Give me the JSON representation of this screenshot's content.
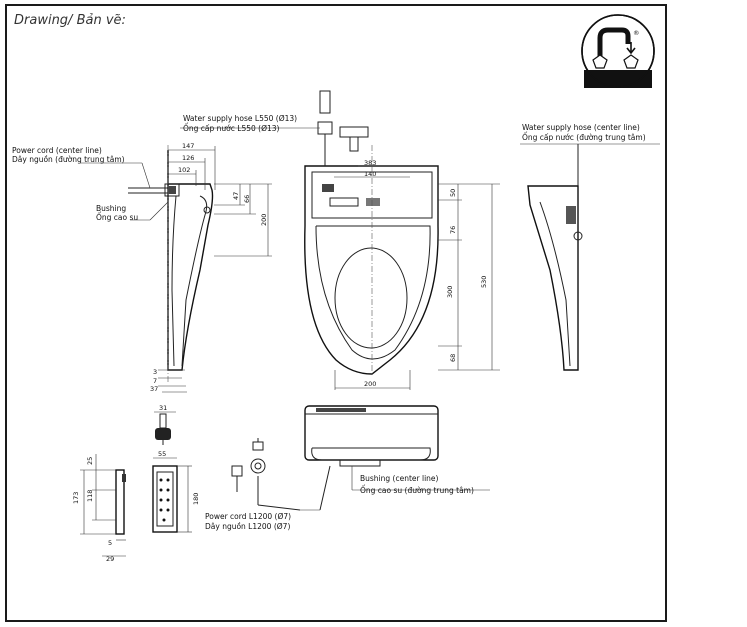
{
  "header": {
    "title": "Drawing/ Bản vẽ:"
  },
  "logo": {
    "icon": "water-inlet-icon",
    "mark": "®"
  },
  "labels": {
    "power_cord_center_en": "Power cord (center line)",
    "power_cord_center_vi": "Dây nguồn (đường trung tâm)",
    "bushing_en": "Bushing",
    "bushing_vi": "Ống cao su",
    "water_hose_en": "Water supply hose L550 (Ø13)",
    "water_hose_vi": "Ống cấp nước L550 (Ø13)",
    "water_hose_center_en": "Water supply hose (center line)",
    "water_hose_center_vi": "Ống cấp nước (đường trung tâm)",
    "bushing_center_en": "Bushing (center line)",
    "bushing_center_vi": "Ống cao su (đường trung tâm)",
    "power_cord_len_en": "Power cord L1200 (Ø7)",
    "power_cord_len_vi": "Dây nguồn L1200 (Ø7)"
  },
  "dimensions": {
    "side_147": "147",
    "side_126": "126",
    "side_102": "102",
    "side_47": "47",
    "side_66": "66",
    "side_200": "200",
    "side_3": "3",
    "side_7": "7",
    "side_37": "37",
    "plug_31": "31",
    "top_383": "383",
    "top_140": "140",
    "top_50": "50",
    "top_76": "76",
    "top_300": "300",
    "top_530": "530",
    "top_68": "68",
    "top_200": "200",
    "remote_25": "25",
    "remote_173": "173",
    "remote_118": "118",
    "remote_5": "5",
    "remote_29": "29",
    "remote_55": "55",
    "remote_180": "180"
  }
}
